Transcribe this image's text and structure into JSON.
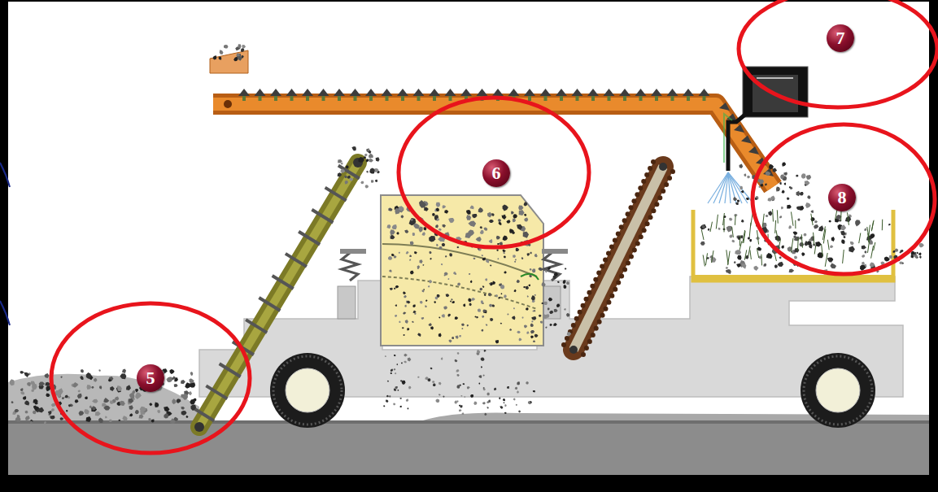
{
  "diagram": {
    "nodes": [
      {
        "text": [
          "5"
        ]
      },
      {
        "text": [
          "6"
        ]
      },
      {
        "text": [
          "7"
        ]
      },
      {
        "text": [
          "8"
        ]
      }
    ]
  }
}
